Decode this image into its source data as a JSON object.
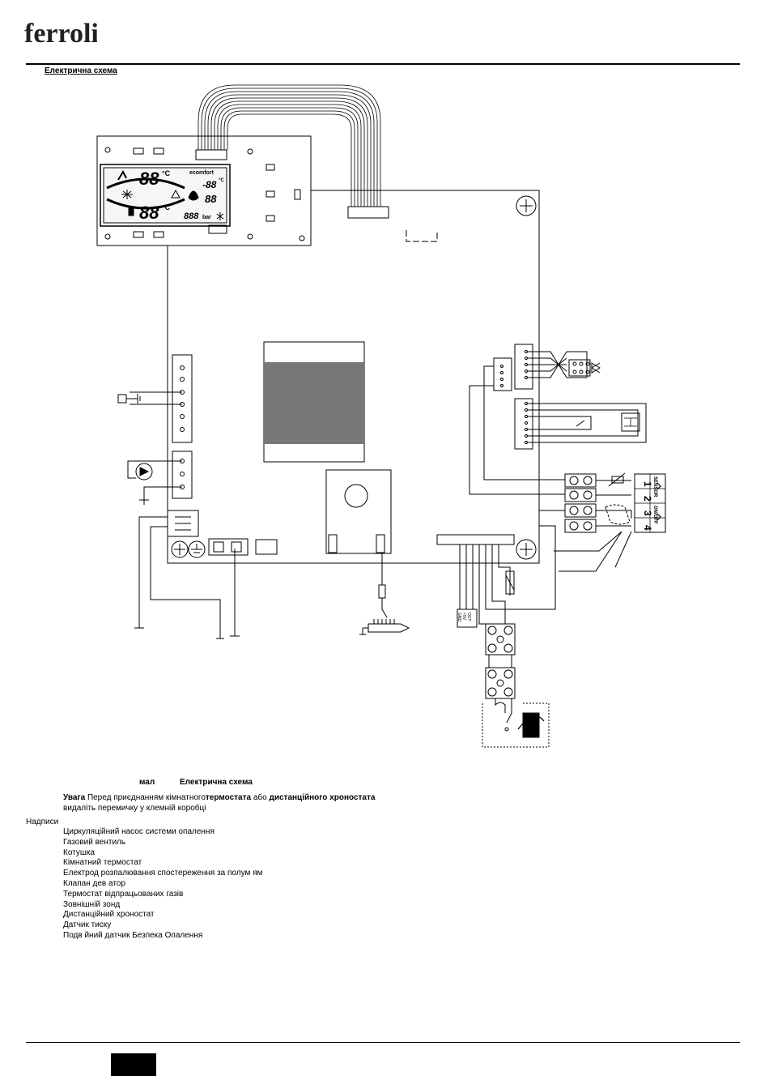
{
  "brand": {
    "name": "ferroli"
  },
  "header": {
    "section_title": "Електрична схема"
  },
  "diagram": {
    "lcd_digits": [
      "88",
      "88",
      "-88",
      "888",
      "88"
    ],
    "lcd_units": [
      "°C",
      "°C",
      "°C",
      "bar"
    ],
    "lcd_brand": "ecomfort",
    "terminal_labels": [
      "SENSOR",
      "ON/OFF"
    ],
    "terminal_numbers": [
      "1",
      "2",
      "3",
      "4"
    ],
    "connector_labels": [
      "OUT",
      "+5V",
      "GND"
    ]
  },
  "figure": {
    "prefix": "мал",
    "title": "Електрична схема"
  },
  "note": {
    "warning_label": "Увага",
    "text_before": "Перед приєднанням  кімнатного",
    "bold_1": "термостата",
    "text_mid": " або  ",
    "bold_2": "дистанційного хроностата",
    "text_after": " видаліть перемичку у клемній коробці"
  },
  "legend": {
    "title": "Надписи",
    "items": [
      "Циркуляційний насос системи опалення",
      "Газовий вентиль",
      "Котушка",
      "Кімнатний термостат",
      "Електрод розпалювання  спостереження за полум ям",
      "Клапан дев атор",
      "Термостат відпрацьованих газів",
      "Зовнішній зонд",
      "Дистанційний хроностат",
      "Датчик тиску",
      "Подв йний датчик  Безпека    Опалення"
    ]
  }
}
